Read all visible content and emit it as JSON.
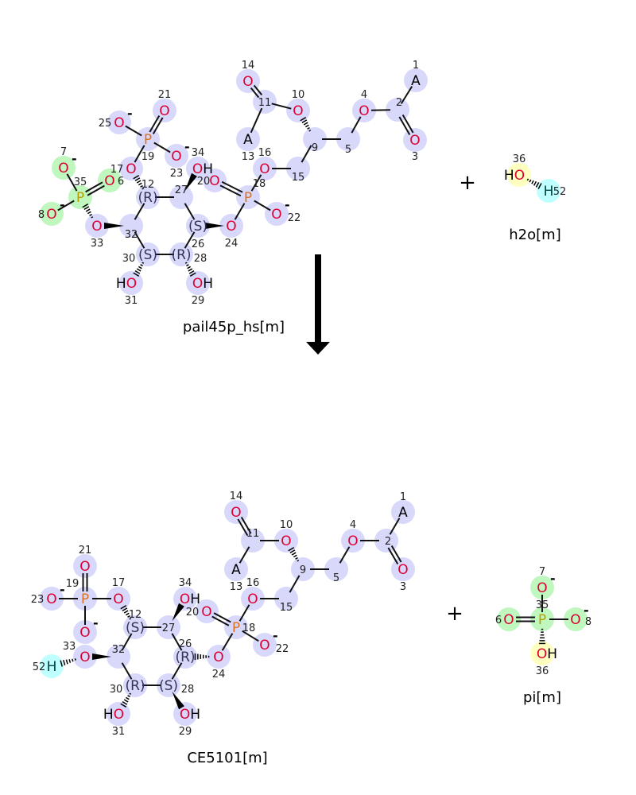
{
  "colors": {
    "highlight": "#d8d8fb",
    "green": "#bff7bf",
    "cyan": "#bfffff",
    "yellow": "#ffffbf",
    "oxygen": "#dd0033",
    "phosphorus": "#dd7020",
    "phosphorus_green": "#b8a000",
    "carbon": "#333355"
  },
  "reaction": {
    "plus_sign": "+"
  },
  "molecules": [
    {
      "key": "pail",
      "name": "pail45p_hs[m]",
      "atoms": [
        {
          "id": "1",
          "label": "A"
        },
        {
          "id": "2",
          "label": ""
        },
        {
          "id": "3",
          "label": "O"
        },
        {
          "id": "4",
          "label": "O"
        },
        {
          "id": "5",
          "label": ""
        },
        {
          "id": "9",
          "label": ""
        },
        {
          "id": "10",
          "label": "O"
        },
        {
          "id": "11",
          "label": ""
        },
        {
          "id": "14",
          "label": "O"
        },
        {
          "id": "13",
          "label": "A"
        },
        {
          "id": "15",
          "label": ""
        },
        {
          "id": "16",
          "label": "O"
        },
        {
          "id": "18",
          "label": "P"
        },
        {
          "id": "20",
          "label": "O"
        },
        {
          "id": "22",
          "label": "O",
          "charge": "-"
        },
        {
          "id": "24",
          "label": "O"
        },
        {
          "id": "26",
          "label": "(S)"
        },
        {
          "id": "27",
          "label": ""
        },
        {
          "id": "34",
          "label": "OH"
        },
        {
          "id": "12",
          "label": "(R)"
        },
        {
          "id": "17",
          "label": "O"
        },
        {
          "id": "19",
          "label": "P"
        },
        {
          "id": "21",
          "label": "O"
        },
        {
          "id": "25",
          "label": "O",
          "charge": "-"
        },
        {
          "id": "23",
          "label": "O",
          "charge": "-"
        },
        {
          "id": "32",
          "label": ""
        },
        {
          "id": "33",
          "label": "O"
        },
        {
          "id": "35",
          "label": "P",
          "hl": "green"
        },
        {
          "id": "6",
          "label": "O",
          "hl": "green"
        },
        {
          "id": "7",
          "label": "O",
          "charge": "-",
          "hl": "green"
        },
        {
          "id": "8",
          "label": "O",
          "charge": "-",
          "hl": "green"
        },
        {
          "id": "30",
          "label": "(S)"
        },
        {
          "id": "28",
          "label": "(R)"
        },
        {
          "id": "31",
          "label": "HO"
        },
        {
          "id": "29",
          "label": "OH"
        }
      ]
    },
    {
      "key": "h2o",
      "name": "h2o[m]",
      "atoms": [
        {
          "id": "36",
          "label": "HO",
          "hl": "yellow"
        },
        {
          "id": "52",
          "label": "H",
          "hl": "cyan"
        }
      ]
    },
    {
      "key": "ce",
      "name": "CE5101[m]",
      "atoms": [
        {
          "id": "1",
          "label": "A"
        },
        {
          "id": "2",
          "label": ""
        },
        {
          "id": "3",
          "label": "O"
        },
        {
          "id": "4",
          "label": "O"
        },
        {
          "id": "5",
          "label": ""
        },
        {
          "id": "9",
          "label": ""
        },
        {
          "id": "10",
          "label": "O"
        },
        {
          "id": "11",
          "label": ""
        },
        {
          "id": "14",
          "label": "O"
        },
        {
          "id": "13",
          "label": "A"
        },
        {
          "id": "15",
          "label": ""
        },
        {
          "id": "16",
          "label": "O"
        },
        {
          "id": "18",
          "label": "P"
        },
        {
          "id": "20",
          "label": "O"
        },
        {
          "id": "22",
          "label": "O",
          "charge": "-"
        },
        {
          "id": "24",
          "label": "O"
        },
        {
          "id": "26",
          "label": "(R)"
        },
        {
          "id": "27",
          "label": ""
        },
        {
          "id": "34",
          "label": "OH"
        },
        {
          "id": "12",
          "label": "(S)"
        },
        {
          "id": "17",
          "label": "O"
        },
        {
          "id": "19",
          "label": "P"
        },
        {
          "id": "21",
          "label": "O"
        },
        {
          "id": "23",
          "label": "O",
          "charge": "-"
        },
        {
          "id": "",
          "label": "O",
          "charge": "-",
          "ref": "o19b"
        },
        {
          "id": "33",
          "label": "O"
        },
        {
          "id": "32",
          "label": ""
        },
        {
          "id": "52",
          "label": "H",
          "hl": "cyan"
        },
        {
          "id": "30",
          "label": "(R)"
        },
        {
          "id": "28",
          "label": "(S)"
        },
        {
          "id": "31",
          "label": "HO"
        },
        {
          "id": "29",
          "label": "OH"
        }
      ]
    },
    {
      "key": "pi",
      "name": "pi[m]",
      "atoms": [
        {
          "id": "7",
          "label": "O",
          "charge": "-",
          "hl": "green"
        },
        {
          "id": "35",
          "label": "P",
          "hl": "green"
        },
        {
          "id": "6",
          "label": "O",
          "hl": "green"
        },
        {
          "id": "8",
          "label": "O",
          "charge": "-",
          "hl": "green"
        },
        {
          "id": "36",
          "label": "OH",
          "hl": "yellow"
        }
      ]
    }
  ]
}
